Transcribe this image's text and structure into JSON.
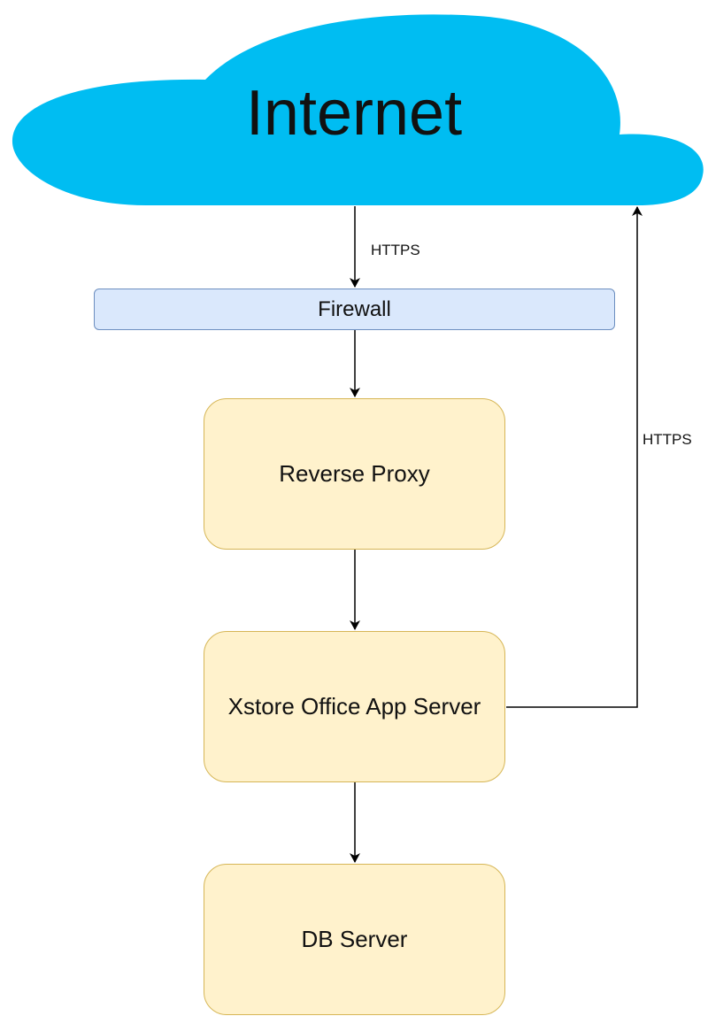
{
  "diagram": {
    "internet": {
      "label": "Internet"
    },
    "firewall": {
      "label": "Firewall"
    },
    "reverse_proxy": {
      "label": "Reverse Proxy"
    },
    "app_server": {
      "label": "Xstore Office App Server"
    },
    "db_server": {
      "label": "DB Server"
    },
    "edges": {
      "internet_to_firewall": {
        "label": "HTTPS"
      },
      "app_server_to_internet": {
        "label": "HTTPS"
      }
    }
  },
  "colors": {
    "cloud_fill": "#00bdf2",
    "firewall_fill": "#dae8fc",
    "firewall_stroke": "#6c8ebf",
    "box_fill": "#fff2cc",
    "box_stroke": "#d6b656",
    "edge_stroke": "#000000"
  }
}
